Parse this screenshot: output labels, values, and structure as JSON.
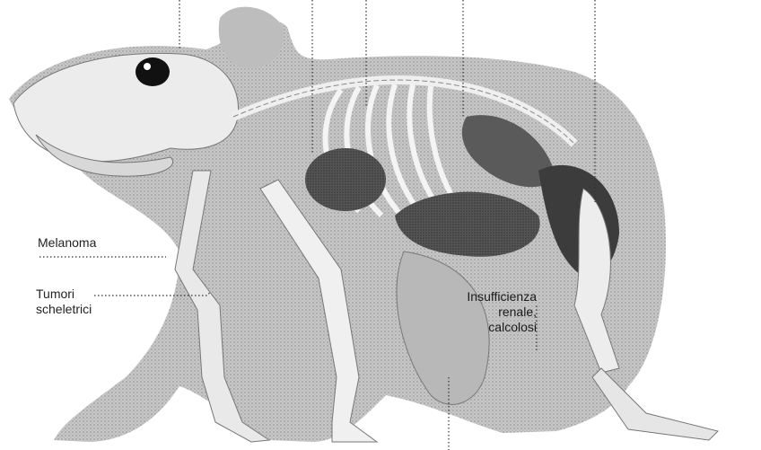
{
  "figure": {
    "description_icon": "rat-anatomy-icon",
    "labels": {
      "melanoma": "Melanoma",
      "tumori_line1": "Tumori",
      "tumori_line2": "scheletrici",
      "renale_line1": "Insufficienza",
      "renale_line2": "renale,",
      "renale_line3": "calcolosi"
    }
  },
  "colors": {
    "body_fill": "#c9c9c9",
    "bone": "#f2f2f2",
    "organ_dark": "#4a4a4a",
    "leader_line": "#333333",
    "text": "#222222"
  }
}
